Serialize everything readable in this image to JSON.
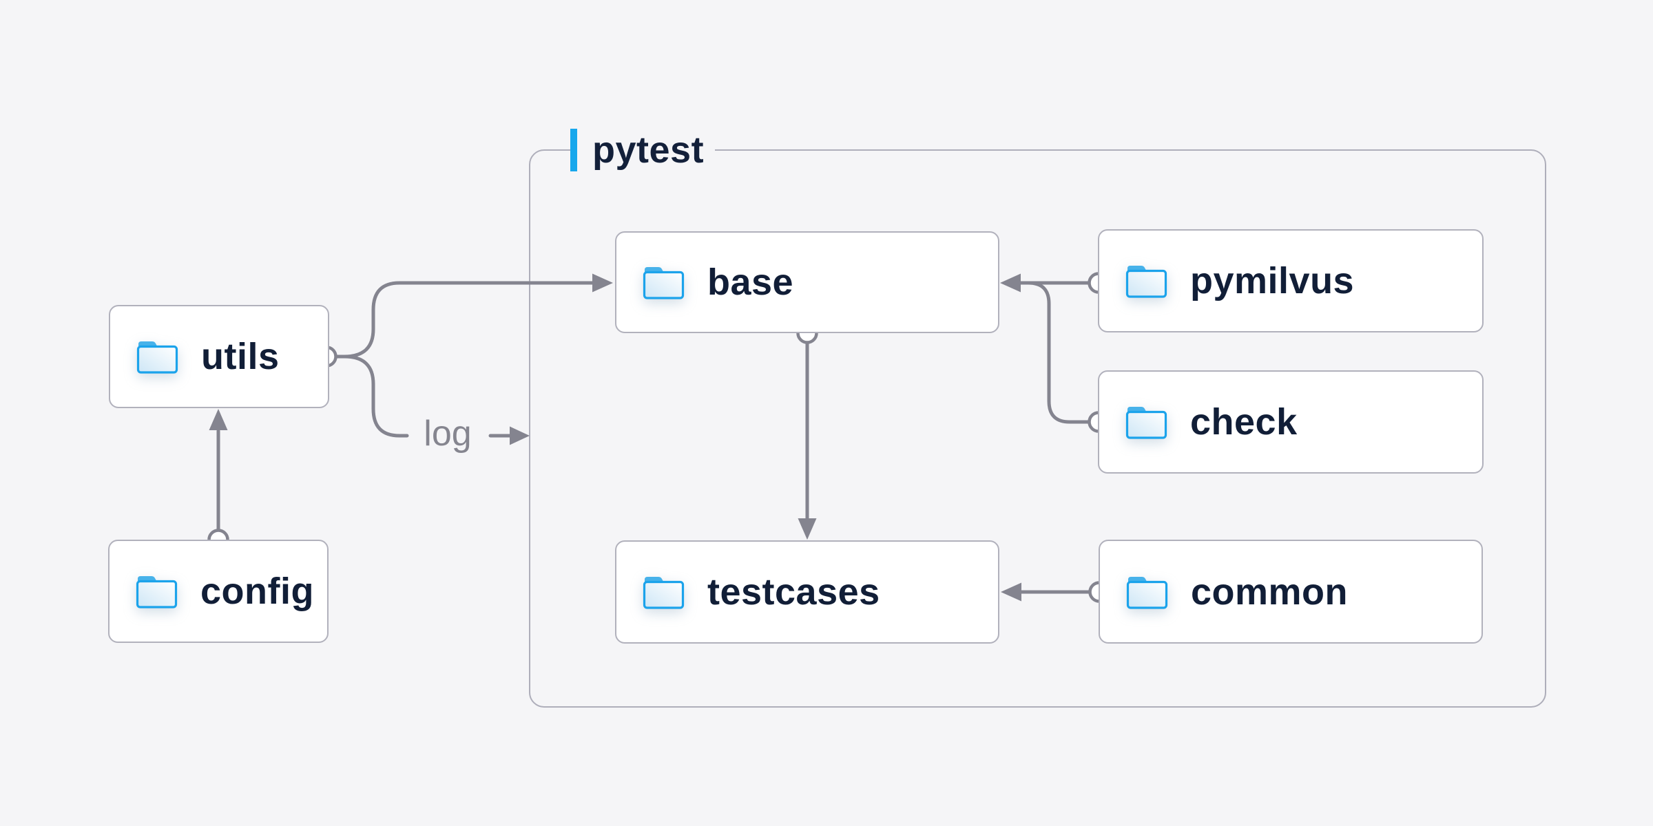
{
  "group": {
    "label": "pytest",
    "accent_color": "#17a7ec"
  },
  "nodes": [
    {
      "id": "utils",
      "label": "utils",
      "icon": "folder-icon"
    },
    {
      "id": "config",
      "label": "config",
      "icon": "folder-icon"
    },
    {
      "id": "base",
      "label": "base",
      "icon": "folder-icon"
    },
    {
      "id": "testcases",
      "label": "testcases",
      "icon": "folder-icon"
    },
    {
      "id": "pymilvus",
      "label": "pymilvus",
      "icon": "folder-icon"
    },
    {
      "id": "check",
      "label": "check",
      "icon": "folder-icon"
    },
    {
      "id": "common",
      "label": "common",
      "icon": "folder-icon"
    }
  ],
  "edges": [
    {
      "from": "config",
      "to": "utils",
      "style": "arrow"
    },
    {
      "from": "utils",
      "to": "base",
      "style": "arrow"
    },
    {
      "from": "utils",
      "to": "pytest",
      "style": "arrow",
      "label": "log"
    },
    {
      "from": "base",
      "to": "testcases",
      "style": "arrow"
    },
    {
      "from": "pymilvus",
      "to": "base",
      "style": "arrow"
    },
    {
      "from": "check",
      "to": "base",
      "style": "arrow"
    },
    {
      "from": "common",
      "to": "testcases",
      "style": "arrow"
    }
  ],
  "colors": {
    "background": "#f5f5f7",
    "node_fill": "#ffffff",
    "node_border": "#b1b1bc",
    "group_border": "#aeaeba",
    "connector": "#84848f",
    "node_label_text": "#111e37",
    "group_label_text": "#13203a",
    "edge_label_text": "#85858f",
    "accent_blue": "#17a7ec",
    "folder_outline": "#1ba3eb",
    "folder_tab": "#47b2ea"
  }
}
